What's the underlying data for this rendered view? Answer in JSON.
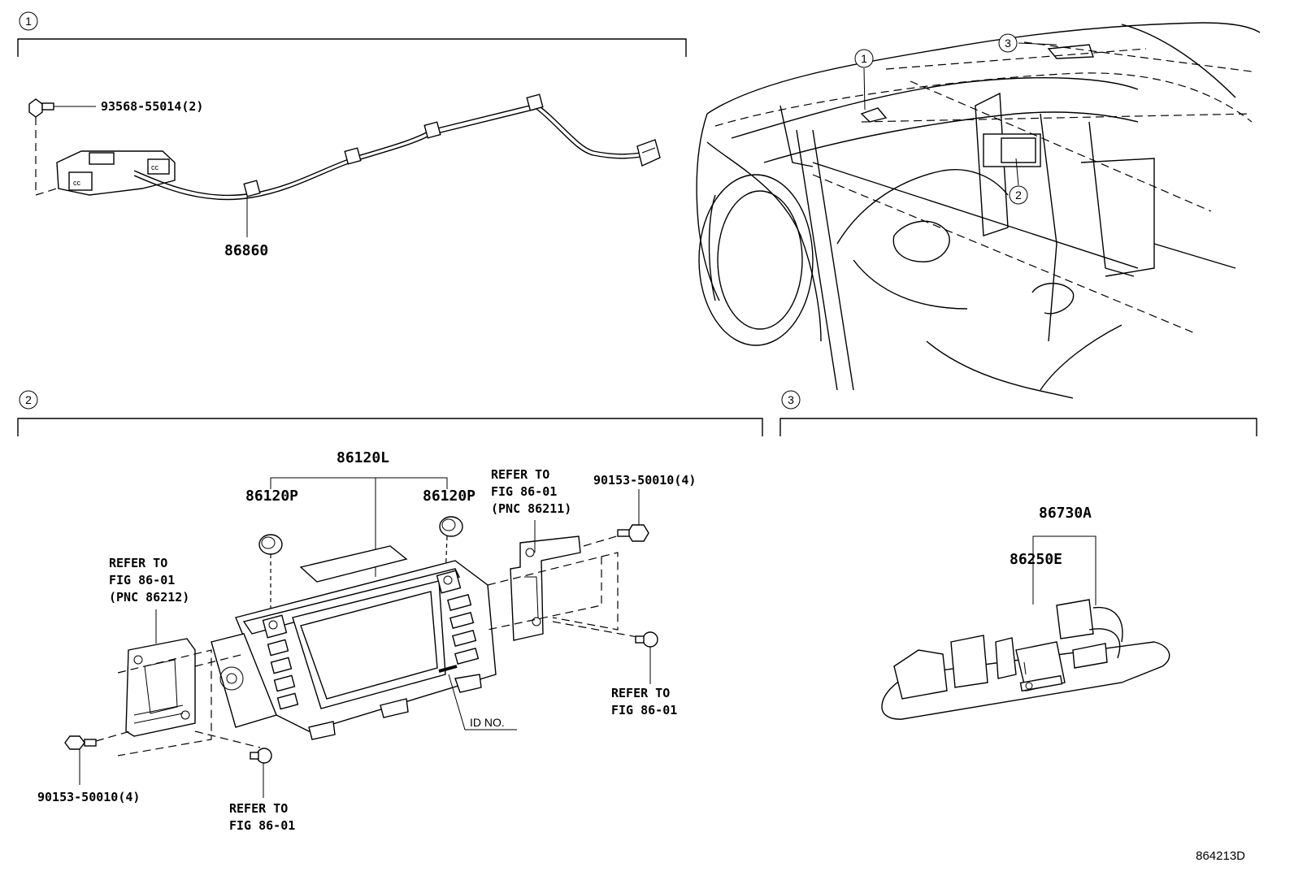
{
  "sections": [
    {
      "number": "1"
    },
    {
      "number": "2"
    },
    {
      "number": "3"
    }
  ],
  "overview_callouts": [
    "1",
    "2",
    "3"
  ],
  "section1": {
    "bolt_label": "93568-55014(2)",
    "harness_label": "86860"
  },
  "section2": {
    "assembly_label": "86120L",
    "cap_left_label": "86120P",
    "cap_right_label": "86120P",
    "refer_right": [
      "REFER TO",
      "FIG 86-01",
      "(PNC 86211)"
    ],
    "refer_left": [
      "REFER TO",
      "FIG 86-01",
      "(PNC 86212)"
    ],
    "screw_right_label": "90153-50010(4)",
    "screw_left_label": "90153-50010(4)",
    "refer_bottom_left": [
      "REFER TO",
      "FIG 86-01"
    ],
    "refer_bottom_right": [
      "REFER TO",
      "FIG 86-01"
    ],
    "id_label": "ID NO."
  },
  "section3": {
    "assembly_label": "86730A",
    "unit_label": "86250E"
  },
  "figure_id": "864213D"
}
